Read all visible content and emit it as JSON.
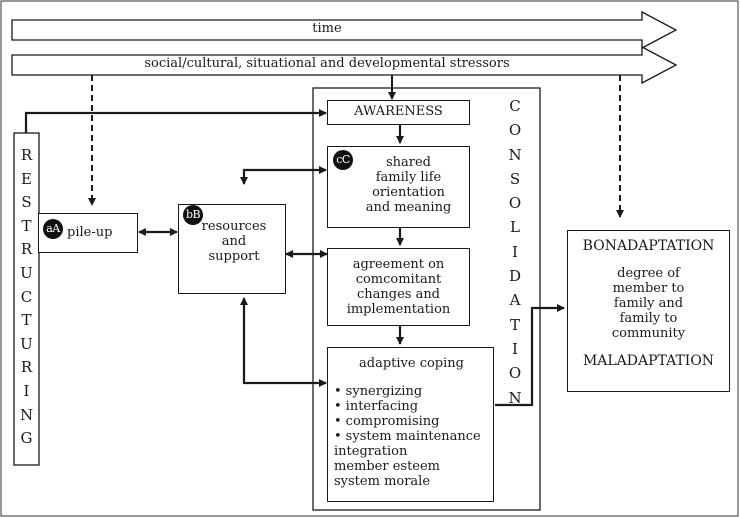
{
  "banners": {
    "time": "time",
    "stressors": "social/cultural, situational and developmental stressors"
  },
  "restructuring": "RESTRUCTURING",
  "consolidation": "CONSOLIDATION",
  "pile_up": {
    "badge": "aA",
    "label": "pile-up"
  },
  "resources": {
    "badge": "bB",
    "lines": [
      "resources",
      "and",
      "support"
    ]
  },
  "awareness": "AWARENESS",
  "shared": {
    "badge": "cC",
    "lines": [
      "shared",
      "family life",
      "orientation",
      "and meaning"
    ]
  },
  "agreement": {
    "lines": [
      "agreement on",
      "comcomitant",
      "changes and",
      "implementation"
    ]
  },
  "coping": {
    "title": "adaptive coping",
    "bullets": [
      "synergizing",
      "interfacing",
      "compromising",
      "system maintenance"
    ],
    "extra": [
      "integration",
      "member esteem",
      "system morale"
    ]
  },
  "outcome": {
    "top": "BONADAPTATION",
    "middle": [
      "degree of",
      "member to",
      "family and",
      "family to",
      "community"
    ],
    "bottom": "MALADAPTATION"
  }
}
